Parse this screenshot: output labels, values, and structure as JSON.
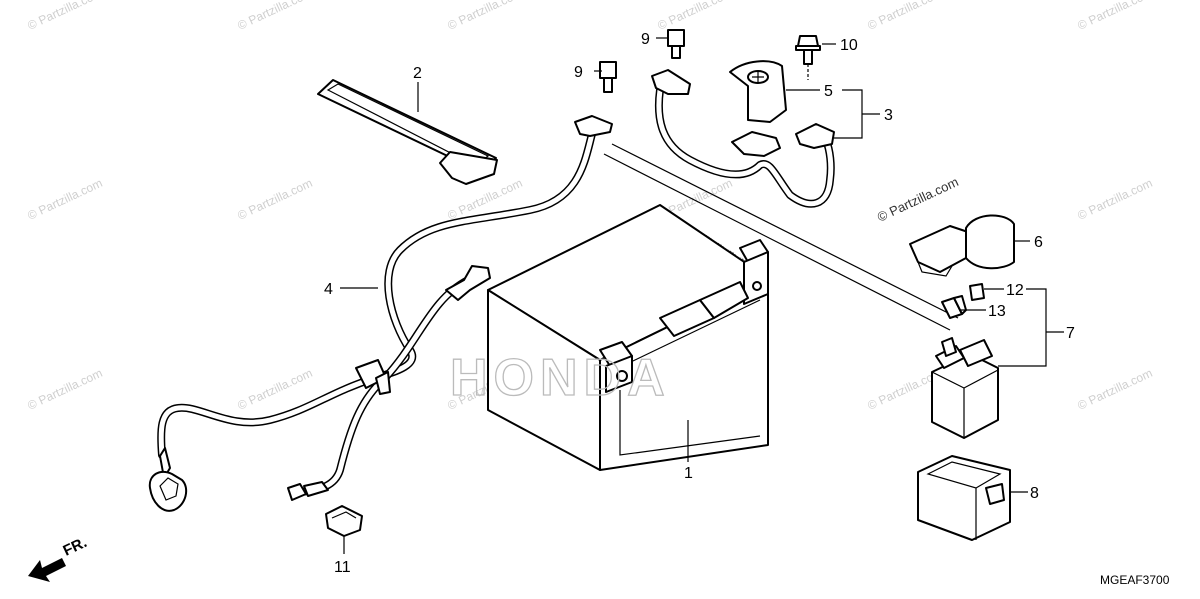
{
  "diagram": {
    "watermarks": [
      "© Partzilla.com"
    ],
    "watermark_main": "© Partzilla.com",
    "brand_watermark": "HONDA",
    "diagram_code": "MGEAF3700",
    "direction_label": "FR.",
    "callouts": {
      "c1": "1",
      "c2": "2",
      "c3": "3",
      "c4": "4",
      "c5": "5",
      "c6": "6",
      "c7": "7",
      "c8": "8",
      "c9a": "9",
      "c9b": "9",
      "c10": "10",
      "c11": "11",
      "c12": "12",
      "c13": "13"
    }
  }
}
